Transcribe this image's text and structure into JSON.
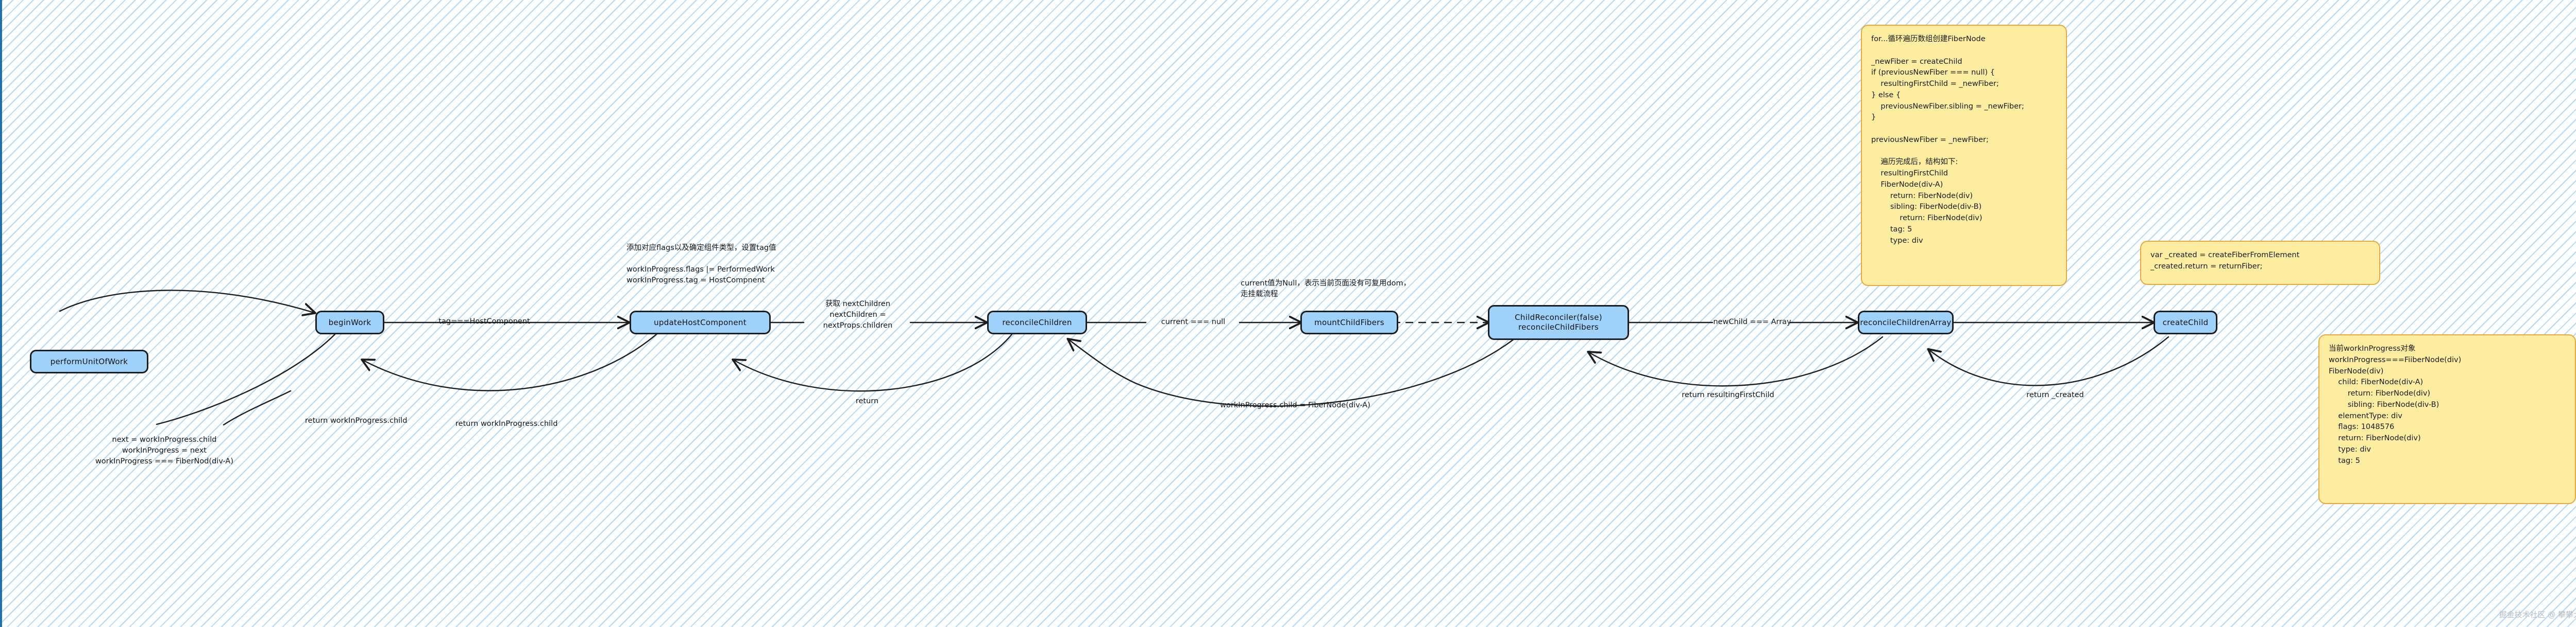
{
  "canvas": {
    "background_color": "#fdfeff",
    "stripe_color": "#a7d2f3",
    "left_rail_color": "#1f6fa8",
    "node_fill": "#9ed2fb",
    "node_stroke": "#1d1d1d",
    "note_fill": "#fceda0",
    "note_stroke": "#e8a83a"
  },
  "nodes": [
    {
      "id": "performUnitOfWork",
      "label": "performUnitOfWork"
    },
    {
      "id": "beginWork",
      "label": "beginWork"
    },
    {
      "id": "updateHostComponent",
      "label": "updateHostComponent"
    },
    {
      "id": "reconcileChildren",
      "label": "reconcileChildren"
    },
    {
      "id": "mountChildFibers",
      "label": "mountChildFibers"
    },
    {
      "id": "childReconciler",
      "label_line1": "ChildReconciler(false)",
      "label_line2": "reconcileChildFibers"
    },
    {
      "id": "reconcileChildrenArray",
      "label": "reconcileChildrenArray"
    },
    {
      "id": "createChild",
      "label": "createChild"
    }
  ],
  "edge_labels": {
    "tag_host_component": "tag===HostComponent",
    "update_host_note": "添加对应flags以及确定组件类型，设置tag值\n\nworkInProgress.flags |= PerformedWork\nworkInProgress.tag = HostCompnent",
    "get_next_children": "获取 nextChildren\nnextChildren =\nnextProps.children",
    "current_null": "current === null",
    "mount_note": "current值为Null，表示当前页面没有可复用dom，\n走挂载流程",
    "new_child_array": "newChild === Array",
    "return_work_in_progress_child": "return workInProgress.child",
    "next_assignment": "next = workInProgress.child\nworkInProgress = next\nworkInProgress === FiberNod(div-A)",
    "plain_return": "return",
    "wip_child_assign": "workInProgress.child = FiberNode(div-A)",
    "return_resulting_first_child": "return resultingFirstChild",
    "return_created": "return _created"
  },
  "notes": [
    {
      "id": "loop-create-fibernode-note",
      "text": "for...循环遍历数组创建FiberNode\n\n_newFiber = createChild\nif (previousNewFiber === null) {\n    resultingFirstChild = _newFiber;\n} else {\n    previousNewFiber.sibling = _newFiber;\n}\n\npreviousNewFiber = _newFiber;\n\n    遍历完成后，结构如下:\n    resultingFirstChild\n    FiberNode(div-A)\n        return: FiberNode(div)\n        sibling: FiberNode(div-B)\n            return: FiberNode(div)\n        tag: 5\n        type: div"
    },
    {
      "id": "created-fiber-note",
      "text": "var _created = createFiberFromElement\n_created.return = returnFiber;"
    },
    {
      "id": "work-in-progress-note",
      "text": "当前workInProgress对象\nworkInProgress===FiiberNode(div)\nFiberNode(div)\n    child: FiberNode(div-A)\n        return: FiberNode(div)\n        sibling: FiberNode(div-B)\n    elementType: div\n    flags: 1048576\n    return: FiberNode(div)\n    type: div\n    tag: 5"
    }
  ],
  "watermark": {
    "text": "掘金技术社区 @ 攀攀大大"
  }
}
